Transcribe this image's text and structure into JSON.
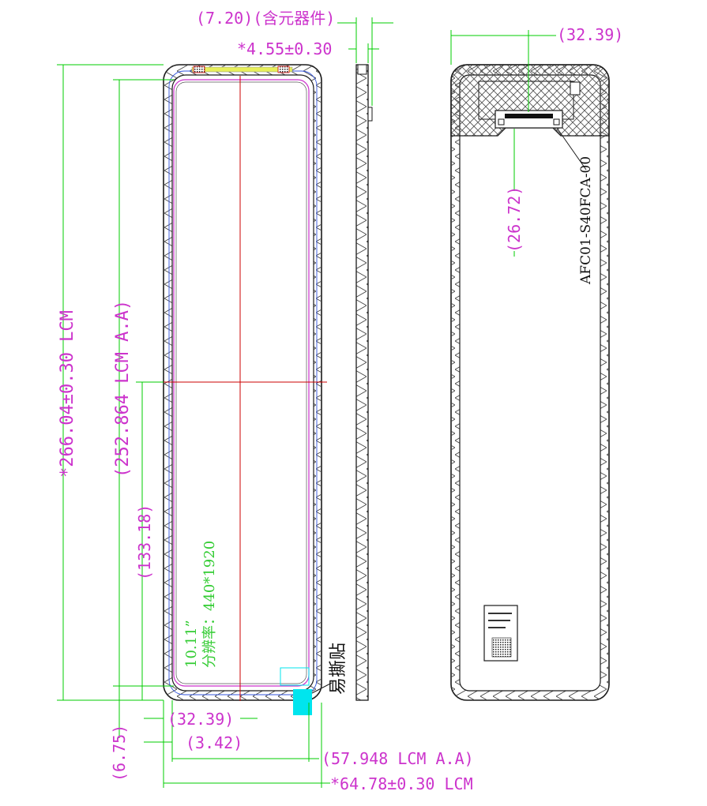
{
  "colors": {
    "outline": "#1a1a1a",
    "dimension_line": "#00cc00",
    "dimension_text": "#cc33cc",
    "center_line": "#cc0000",
    "active_area": "#cc33cc",
    "tab": "#00e5ee",
    "note_text": "#33cc33"
  },
  "dimensions": {
    "fpc_thickness": "(7.20)(含元器件)",
    "module_thickness": "*4.55±0.30",
    "connector_width": "(32.39)",
    "connector_offset": "(26.72)",
    "lcm_height": "*266.04±0.30 LCM",
    "aa_height": "(252.864 LCM A.A)",
    "center_height": "(133.18)",
    "bottom_offset": "(6.75)",
    "center_width": "(32.39)",
    "side_offset": "(3.42)",
    "aa_width": "(57.948 LCM A.A)",
    "lcm_width": "*64.78±0.30 LCM"
  },
  "notes": {
    "size": "10.11”",
    "resolution": "分辨率：440*1920",
    "peel_tab": "易撕贴",
    "connector_part": "AFC01-S40FCA-00"
  }
}
